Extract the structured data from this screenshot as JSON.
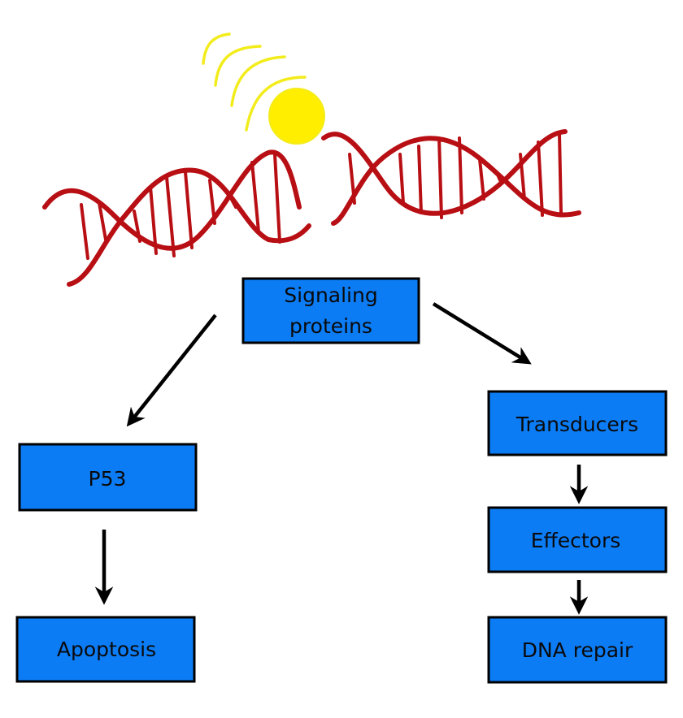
{
  "colors": {
    "box_fill": "#0c7cf5",
    "box_stroke": "#000000",
    "dna": "#b80f14",
    "damage": "#ffee00",
    "waves": "#f3ec1c",
    "arrow": "#000000"
  },
  "nodes": {
    "signaling": {
      "line1": "Signaling",
      "line2": "proteins"
    },
    "p53": "P53",
    "apoptosis": "Apoptosis",
    "transducers": "Transducers",
    "effectors": "Effectors",
    "dna_repair": "DNA repair"
  },
  "edges": [
    {
      "from": "signaling",
      "to": "p53"
    },
    {
      "from": "signaling",
      "to": "transducers"
    },
    {
      "from": "p53",
      "to": "apoptosis"
    },
    {
      "from": "transducers",
      "to": "effectors"
    },
    {
      "from": "effectors",
      "to": "dna_repair"
    }
  ],
  "illustration": {
    "dna_icon": "dna-double-helix-icon",
    "damage_icon": "radiation-sun-icon"
  }
}
